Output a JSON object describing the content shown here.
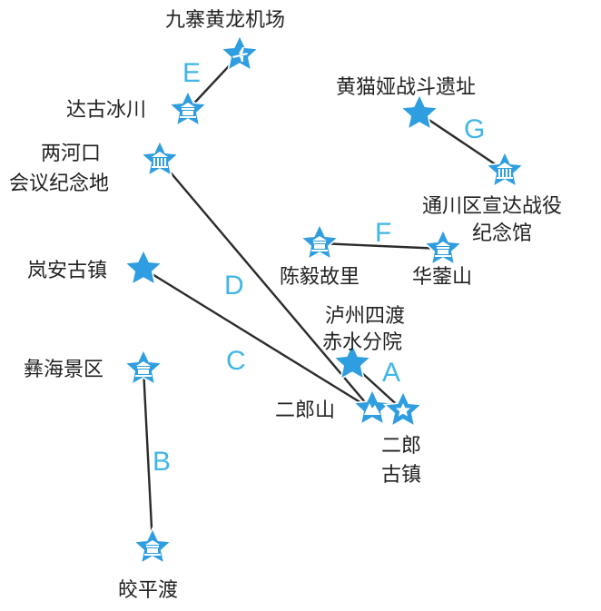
{
  "colors": {
    "star": "#2f9ee0",
    "star_light": "#8ed0f2",
    "route_letter": "#3fb6e6",
    "line": "#2b2b2b",
    "label": "#222222"
  },
  "places": {
    "jiuzhai_airport": {
      "lines": [
        "九寨黄龙机场"
      ],
      "icon": "airplane-icon"
    },
    "dagu_glacier": {
      "lines": [
        "达古冰川"
      ],
      "icon": "building-icon"
    },
    "lianghekou": {
      "lines": [
        "两河口",
        "会议纪念地"
      ],
      "icon": "memorial-hall-icon"
    },
    "langan_town": {
      "lines": [
        "岚安古镇"
      ],
      "icon": "plain-star-icon"
    },
    "yihai": {
      "lines": [
        "彝海景区"
      ],
      "icon": "building-icon"
    },
    "jiaopingdu": {
      "lines": [
        "皎平渡"
      ],
      "icon": "building-icon"
    },
    "huangmaoya": {
      "lines": [
        "黄猫娅战斗遗址"
      ],
      "icon": "plain-star-icon"
    },
    "tongchuan": {
      "lines": [
        "通川区宣达战役",
        "纪念馆"
      ],
      "icon": "memorial-hall-icon"
    },
    "chenyi": {
      "lines": [
        "陈毅故里"
      ],
      "icon": "building-icon"
    },
    "huaying": {
      "lines": [
        "华蓥山"
      ],
      "icon": "building-icon"
    },
    "luzhou": {
      "lines": [
        "泸州四渡",
        "赤水分院"
      ],
      "icon": "plain-star-icon"
    },
    "erlangshan": {
      "lines": [
        "二郎山"
      ],
      "icon": "mountain-icon"
    },
    "erlang_town": {
      "lines": [
        "二郎",
        "古镇"
      ],
      "icon": "small-star-icon"
    }
  },
  "routes": [
    {
      "letter": "A",
      "from": "luzhou",
      "to": "erlang_town"
    },
    {
      "letter": "B",
      "from": "yihai",
      "to": "jiaopingdu"
    },
    {
      "letter": "C",
      "from": "langan_town",
      "to": "erlangshan"
    },
    {
      "letter": "D",
      "from": "lianghekou",
      "to": "erlangshan"
    },
    {
      "letter": "E",
      "from": "dagu_glacier",
      "to": "jiuzhai_airport"
    },
    {
      "letter": "F",
      "from": "chenyi",
      "to": "huaying"
    },
    {
      "letter": "G",
      "from": "huangmaoya",
      "to": "tongchuan"
    }
  ]
}
